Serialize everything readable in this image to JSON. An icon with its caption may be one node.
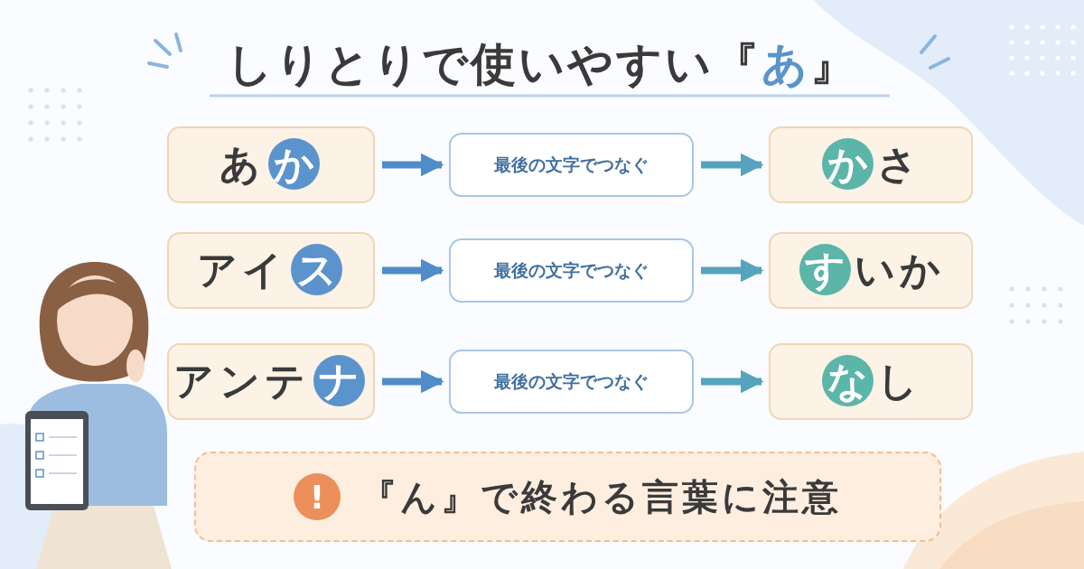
{
  "diagram": {
    "title": "しりとりで使いやすい『**あ**』",
    "nodes": [
      {
        "text": [
          "あ**か**"
        ]
      },
      {
        "text": [
          "最後の文字でつなぐ"
        ]
      },
      {
        "text": [
          "**か**さ"
        ]
      },
      {
        "text": [
          "アイ**ス**"
        ]
      },
      {
        "text": [
          "最後の文字でつなぐ"
        ]
      },
      {
        "text": [
          "**す**いか"
        ]
      },
      {
        "text": [
          "アンテ**ナ**"
        ]
      },
      {
        "text": [
          "最後の文字でつなぐ"
        ]
      },
      {
        "text": [
          "**な**し"
        ]
      },
      {
        "text": [
          "!",
          "『ん』で終わる言葉に注意"
        ]
      }
    ],
    "edges": [
      {
        "from": 0,
        "to": 1,
        "arrow": "to",
        "color": "#4f8cc9"
      },
      {
        "from": 1,
        "to": 2,
        "arrow": "to",
        "color": "#56a3bd"
      },
      {
        "from": 3,
        "to": 4,
        "arrow": "to",
        "color": "#4f8cc9"
      },
      {
        "from": 4,
        "to": 5,
        "arrow": "to",
        "color": "#56a3bd"
      },
      {
        "from": 6,
        "to": 7,
        "arrow": "to",
        "color": "#4f8cc9"
      },
      {
        "from": 7,
        "to": 8,
        "arrow": "to",
        "color": "#56a3bd"
      }
    ]
  }
}
